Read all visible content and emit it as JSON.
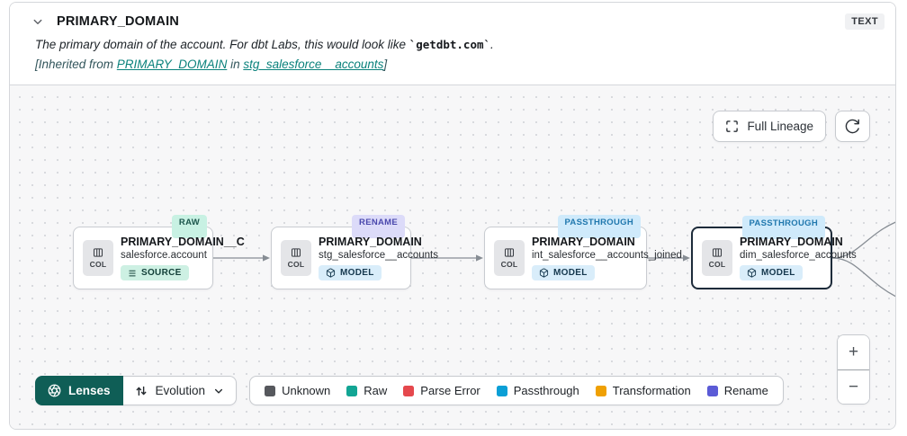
{
  "header": {
    "title": "PRIMARY_DOMAIN",
    "type_badge": "TEXT",
    "description_prefix": "The primary domain of the account. For dbt Labs, this would look like ",
    "description_code": "`getdbt.com`",
    "description_suffix": ".",
    "inherited_prefix": "[Inherited from ",
    "inherited_link_column": "PRIMARY_DOMAIN",
    "inherited_middle": " in ",
    "inherited_link_model": "stg_salesforce__accounts",
    "inherited_suffix": "]"
  },
  "canvas": {
    "toolbar": {
      "full_lineage_label": "Full Lineage"
    },
    "nodes": [
      {
        "badge": "RAW",
        "title": "PRIMARY_DOMAIN__C",
        "subtitle": "salesforce.account",
        "col_label": "COL",
        "resource": "SOURCE",
        "selected": false
      },
      {
        "badge": "RENAME",
        "title": "PRIMARY_DOMAIN",
        "subtitle": "stg_salesforce__accounts",
        "col_label": "COL",
        "resource": "MODEL",
        "selected": false
      },
      {
        "badge": "PASSTHROUGH",
        "title": "PRIMARY_DOMAIN",
        "subtitle": "int_salesforce__accounts_joined",
        "col_label": "COL",
        "resource": "MODEL",
        "selected": false
      },
      {
        "badge": "PASSTHROUGH",
        "title": "PRIMARY_DOMAIN",
        "subtitle": "dim_salesforce_accounts",
        "col_label": "COL",
        "resource": "MODEL",
        "selected": true
      }
    ],
    "lenses": {
      "label": "Lenses",
      "dropdown_label": "Evolution"
    },
    "legend": [
      {
        "label": "Unknown",
        "color": "#56585d"
      },
      {
        "label": "Raw",
        "color": "#12a594"
      },
      {
        "label": "Parse Error",
        "color": "#e5484d"
      },
      {
        "label": "Passthrough",
        "color": "#0a9fd6"
      },
      {
        "label": "Transformation",
        "color": "#efa003"
      },
      {
        "label": "Rename",
        "color": "#5b5bd6"
      }
    ],
    "zoom": {
      "zoom_in": "+",
      "zoom_out": "−"
    },
    "edge_color": "#878d94",
    "accent_green": "#0f5e56"
  }
}
